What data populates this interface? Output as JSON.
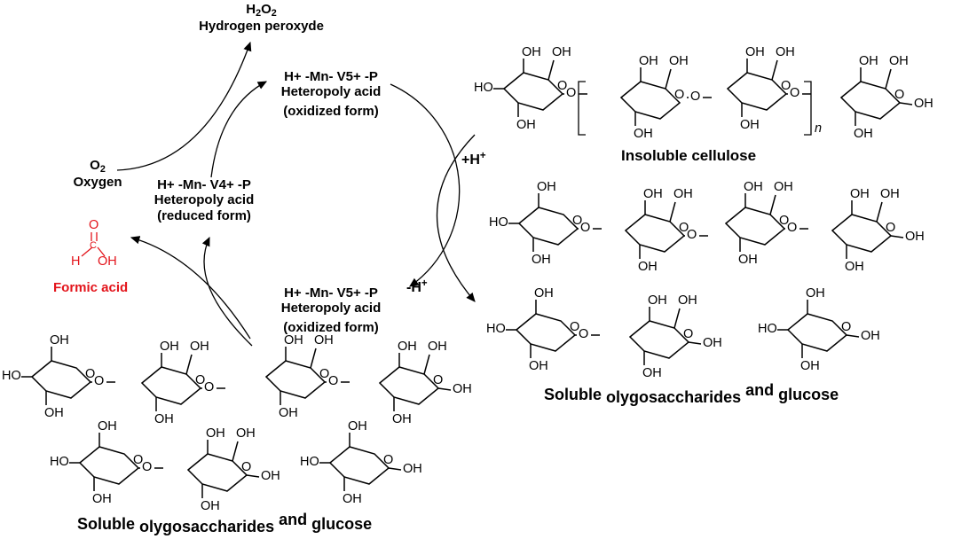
{
  "diagram": {
    "h2o2": {
      "formula": "H",
      "sub1": "2",
      "o": "O",
      "sub2": "2",
      "name": "Hydrogen peroxyde"
    },
    "oxygen": {
      "formula": "O",
      "sub": "2",
      "name": "Oxygen"
    },
    "hpa_oxidized_top": {
      "line1": "H+ -Mn- V5+ -P",
      "line2": "Heteropoly acid",
      "line3": "(oxidized form)"
    },
    "hpa_reduced": {
      "line1": "H+ -Mn- V4+ -P",
      "line2": "Heteropoly acid",
      "line3": "(reduced form)"
    },
    "hpa_oxidized_bottom": {
      "line1": "H+ -Mn- V5+ -P",
      "line2": "Heteropoly acid",
      "line3": "(oxidized form)"
    },
    "formic_acid": {
      "atom_o": "O",
      "atom_c": "C",
      "atom_h": "H",
      "atom_oh": "OH",
      "name": "Formic acid"
    },
    "proton_plus": {
      "text": "+H",
      "sup": "+"
    },
    "proton_minus": {
      "text": "-H",
      "sup": "+"
    },
    "cellulose": {
      "name": "Insoluble cellulose",
      "repeat": "n"
    },
    "soluble_right": {
      "w1": "Soluble",
      "w2": "olygosaccharides",
      "w3": "and",
      "w4": "glucose"
    },
    "soluble_bottom": {
      "w1": "Soluble",
      "w2": "olygosaccharides",
      "w3": "and",
      "w4": "glucose"
    },
    "atoms": {
      "oh": "OH",
      "ho": "HO",
      "o": "O"
    }
  },
  "colors": {
    "ink": "#000000",
    "formic": "#e3141b"
  }
}
